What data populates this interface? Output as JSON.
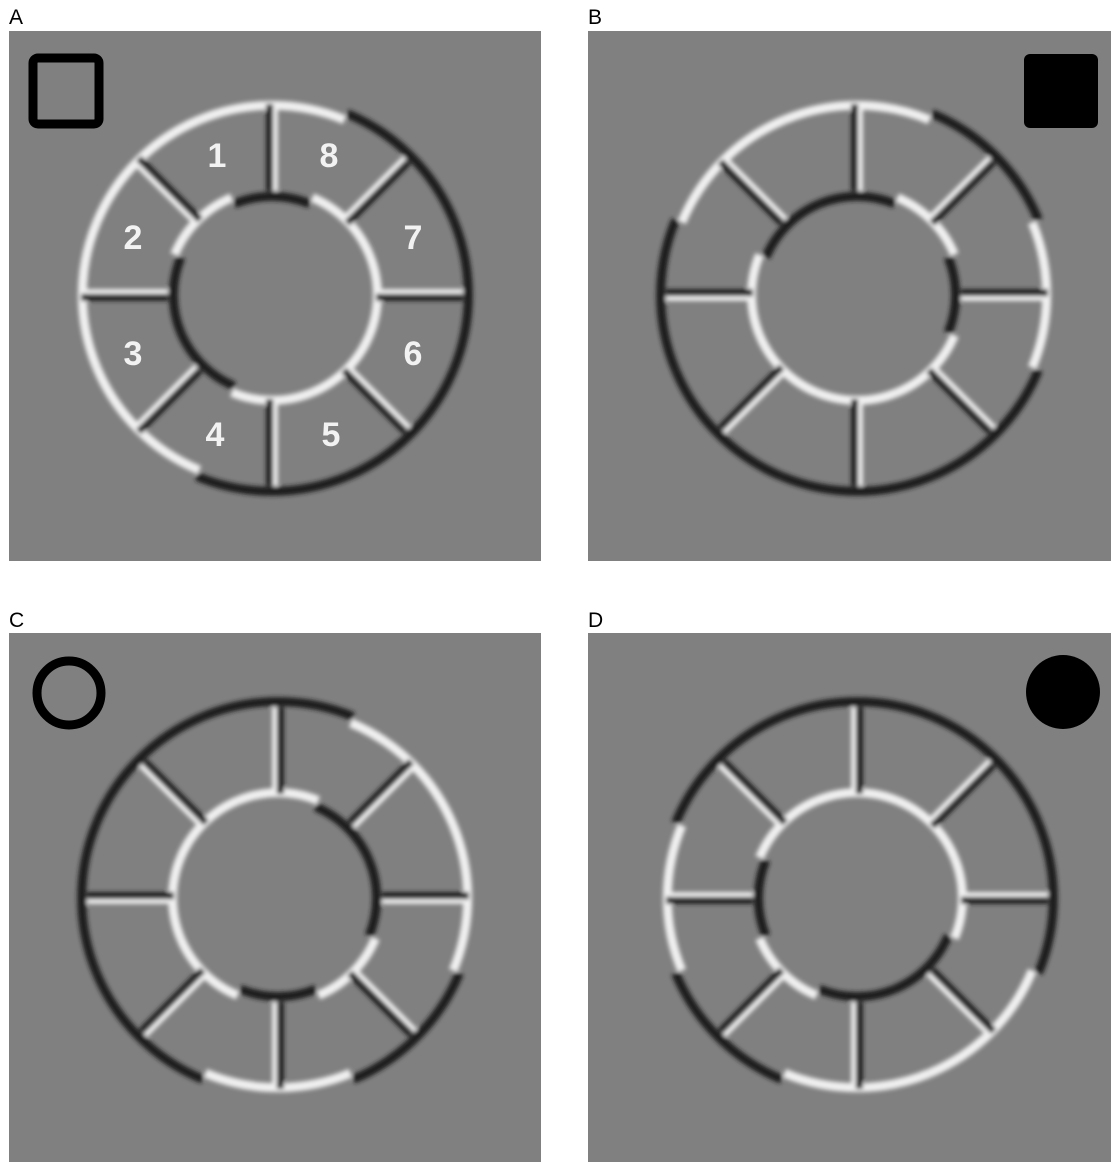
{
  "figure": {
    "panels": [
      {
        "id": "A",
        "label": "A",
        "marker": "square-outline",
        "segment_labels": [
          "1",
          "2",
          "3",
          "4",
          "5",
          "6",
          "7",
          "8"
        ],
        "edge_pattern": [
          {
            "outer": "light",
            "inner": "light"
          },
          {
            "outer": "light",
            "inner": "dark"
          },
          {
            "outer": "light",
            "inner": "dark"
          },
          {
            "outer": "dark",
            "inner": "light"
          },
          {
            "outer": "dark",
            "inner": "light"
          },
          {
            "outer": "dark",
            "inner": "light"
          },
          {
            "outer": "dark",
            "inner": "light"
          },
          {
            "outer": "light",
            "inner": "dark"
          }
        ]
      },
      {
        "id": "B",
        "label": "B",
        "marker": "square-filled",
        "segment_labels": [],
        "edge_pattern": [
          {
            "outer": "light",
            "inner": "dark"
          },
          {
            "outer": "dark",
            "inner": "light"
          },
          {
            "outer": "dark",
            "inner": "light"
          },
          {
            "outer": "dark",
            "inner": "light"
          },
          {
            "outer": "dark",
            "inner": "light"
          },
          {
            "outer": "light",
            "inner": "dark"
          },
          {
            "outer": "dark",
            "inner": "light"
          },
          {
            "outer": "light",
            "inner": "dark"
          }
        ]
      },
      {
        "id": "C",
        "label": "C",
        "marker": "circle-outline",
        "segment_labels": [],
        "edge_pattern": [
          {
            "outer": "dark",
            "inner": "light"
          },
          {
            "outer": "dark",
            "inner": "light"
          },
          {
            "outer": "dark",
            "inner": "light"
          },
          {
            "outer": "light",
            "inner": "dark"
          },
          {
            "outer": "dark",
            "inner": "light"
          },
          {
            "outer": "light",
            "inner": "dark"
          },
          {
            "outer": "light",
            "inner": "dark"
          },
          {
            "outer": "dark",
            "inner": "light"
          }
        ]
      },
      {
        "id": "D",
        "label": "D",
        "marker": "circle-filled",
        "segment_labels": [],
        "edge_pattern": [
          {
            "outer": "dark",
            "inner": "light"
          },
          {
            "outer": "light",
            "inner": "dark"
          },
          {
            "outer": "dark",
            "inner": "light"
          },
          {
            "outer": "light",
            "inner": "dark"
          },
          {
            "outer": "light",
            "inner": "dark"
          },
          {
            "outer": "dark",
            "inner": "light"
          },
          {
            "outer": "dark",
            "inner": "light"
          },
          {
            "outer": "dark",
            "inner": "light"
          }
        ]
      }
    ],
    "colors": {
      "background": "#808080",
      "light_edge": "#f0f0f0",
      "dark_edge": "#1e1e1e",
      "marker": "#000000",
      "label_text": "#f2f2f2"
    }
  }
}
